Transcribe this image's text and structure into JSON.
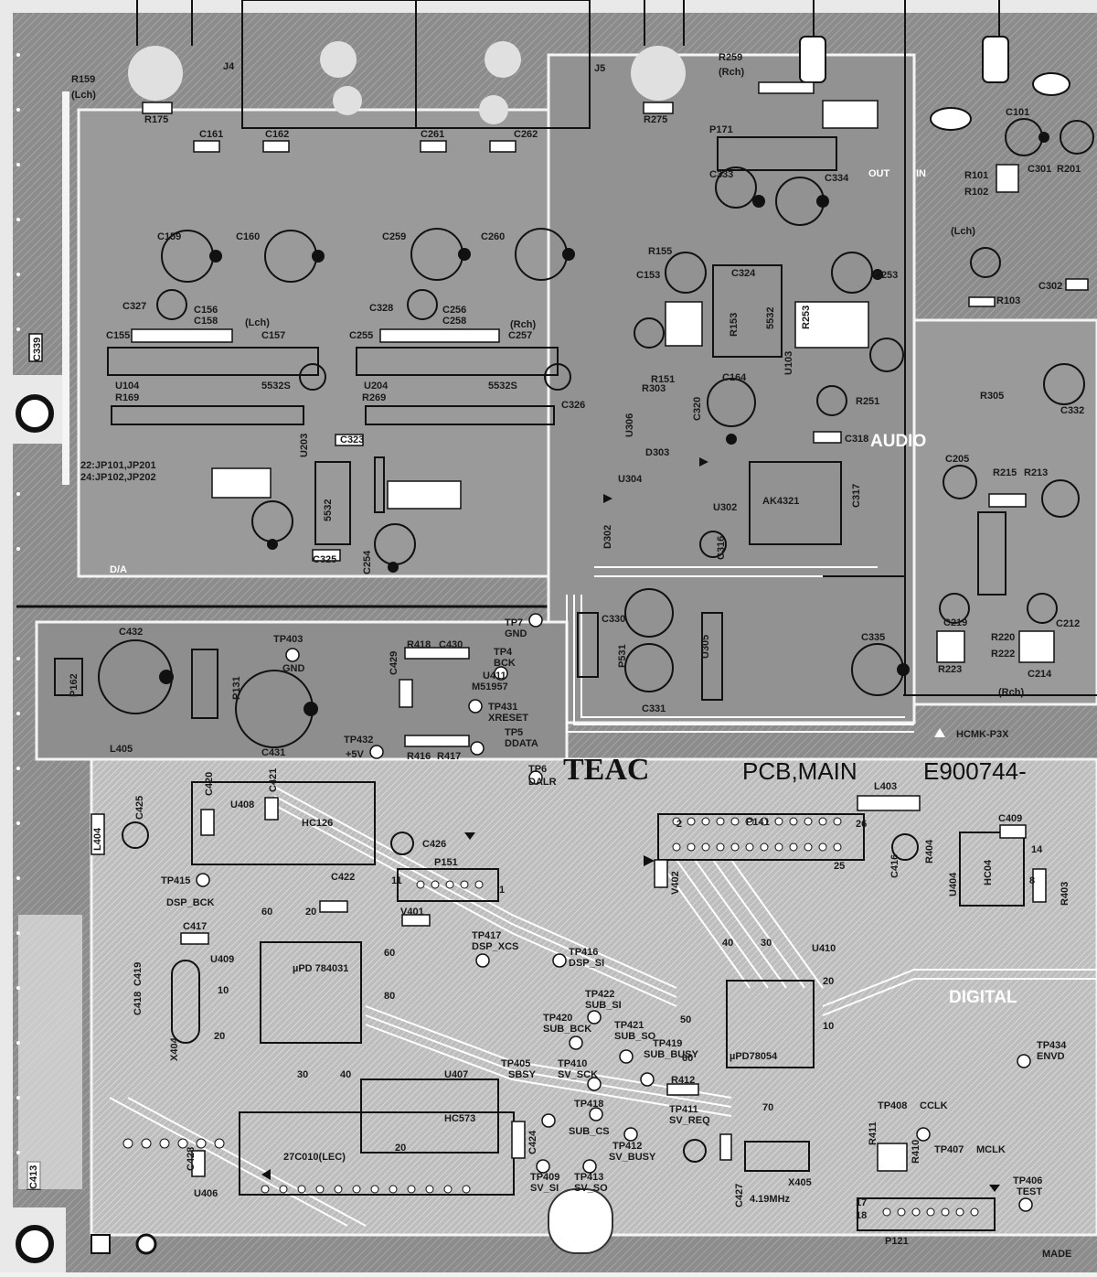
{
  "colors": {
    "board": "#8a8a8a",
    "board_dark": "#5e5e5e",
    "copper": "#d9d9d9",
    "trace": "#ffffff",
    "ink": "#111111"
  },
  "connectors": {
    "j4": "J4",
    "j5": "J5",
    "p171": "P171",
    "p162": "P162",
    "p131": "P131",
    "p151": "P151",
    "p141": "P141",
    "p121": "P121",
    "p531": "P531"
  },
  "resistors": {
    "r159": "R159",
    "r159_ch": "(Lch)",
    "r259": "R259",
    "r259_ch": "(Rch)",
    "r175": "R175",
    "r275": "R275",
    "r169": "R169",
    "r269": "R269",
    "r151": "R151",
    "r153": "R153",
    "r155": "R155",
    "r251": "R251",
    "r253": "R253",
    "r303": "R303",
    "r305": "R305",
    "r418": "R418",
    "r416": "R416",
    "r417": "R417",
    "r412": "R412",
    "r410": "R410",
    "r411": "R411",
    "r403": "R403",
    "r404": "R404",
    "r215": "R215",
    "r213": "R213",
    "r220": "R220",
    "r222": "R222",
    "r223": "R223",
    "r101": "R101",
    "r102": "R102",
    "r103": "R103",
    "r201": "R201"
  },
  "capacitors": {
    "c159": "C159",
    "c160": "C160",
    "c259": "C259",
    "c260": "C260",
    "c161": "C161",
    "c162": "C162",
    "c261": "C261",
    "c262": "C262",
    "c327": "C327",
    "c328": "C328",
    "c156": "C156",
    "c158": "C158",
    "c256": "C256",
    "c258": "C258",
    "c155": "C155",
    "c157": "C157",
    "c255": "C255",
    "c257": "C257",
    "c325": "C325",
    "c326": "C326",
    "c323": "C323",
    "c254": "C254",
    "c333": "C333",
    "c334": "C334",
    "c153": "C153",
    "c253": "C253",
    "c164": "C164",
    "c320": "C320",
    "c324": "C324",
    "c316": "C316",
    "c317": "C317",
    "c318": "C318",
    "c330": "C330",
    "c331": "C331",
    "c335": "C335",
    "c332": "C332",
    "c205": "C205",
    "c212": "C212",
    "c214": "C214",
    "c219": "C219",
    "c101": "C101",
    "c301": "C301",
    "c302": "C302",
    "c432": "C432",
    "c431": "C431",
    "c430": "C430",
    "c429": "C429",
    "c425": "C425",
    "c426": "C426",
    "c420": "C420",
    "c421": "C421",
    "c422": "C422",
    "c417": "C417",
    "c419": "C419",
    "c418": "C418",
    "c416": "C416",
    "c409": "C409",
    "c424": "C424",
    "c427": "C427",
    "c428": "C428",
    "c413": "C413",
    "c339": "C339"
  },
  "ics": {
    "u104": "U104",
    "u104_part": "5532S",
    "u204": "U204",
    "u204_part": "5532S",
    "u203": "U203",
    "u203_part": "5532",
    "u302": "U302",
    "u302_part": "AK4321",
    "u304": "U304",
    "u305": "U305",
    "u306": "U306",
    "u408": "U408",
    "u408_part": "HC126",
    "u409": "U409",
    "u409_part": "µPD\n784031",
    "u410": "U410",
    "u410_part": "µPD78054",
    "u407": "U407",
    "u407_part": "HC573",
    "u406": "U406",
    "u406_part": "27C010(LEC)",
    "u404": "U404",
    "u404_part": "HC04",
    "u411": "U411",
    "u411_part": "M51957",
    "u103": "U103",
    "u103_part": "5532"
  },
  "others": {
    "l404": "L404",
    "l405": "L405",
    "l403": "L403",
    "x404": "X404",
    "x405": "X405",
    "x405_freq": "4.19MHz",
    "v401": "V401",
    "v402": "V402",
    "d302": "D302",
    "d303": "D303",
    "jp_note_1": "22:JP101,JP201",
    "jp_note_2": "24:JP102,JP202"
  },
  "test_points": {
    "tp403": "TP403",
    "tp403_n": "GND",
    "tp432": "TP432",
    "tp432_n": "+5V",
    "tp7": "TP7",
    "tp7_n": "GND",
    "tp4": "TP4",
    "tp4_n": "BCK",
    "tp431": "TP431",
    "tp431_n": "XRESET",
    "tp5": "TP5",
    "tp5_n": "DDATA",
    "tp6": "TP6",
    "tp6_n": "DALR",
    "tp415": "TP415",
    "tp415_n": "DSP_BCK",
    "tp417": "TP417",
    "tp417_n": "DSP_XCS",
    "tp416": "TP416",
    "tp416_n": "DSP_SI",
    "tp422": "TP422",
    "tp422_n": "SUB_SI",
    "tp420": "TP420",
    "tp420_n": "SUB_BCK",
    "tp421": "TP421",
    "tp421_n": "SUB_SO",
    "tp419": "TP419",
    "tp419_n": "SUB_BUSY",
    "tp405": "TP405",
    "tp405_n": "SBSY",
    "tp410": "TP410",
    "tp410_n": "SV_SCK",
    "tp418": "TP418",
    "tp418_n": "SUB_CS",
    "tp411": "TP411",
    "tp411_n": "SV_REQ",
    "tp412": "TP412",
    "tp412_n": "SV_BUSY",
    "tp409": "TP409",
    "tp409_n": "SV_SI",
    "tp413": "TP413",
    "tp413_n": "SV_SO",
    "tp408": "TP408",
    "tp408_n": "CCLK",
    "tp407": "TP407",
    "tp407_n": "MCLK",
    "tp406": "TP406",
    "tp406_n": "TEST",
    "tp434": "TP434",
    "tp434_n": "ENVD"
  },
  "sections": {
    "lch": "(Lch)",
    "rch": "(Rch)",
    "lch2": "(Lch)",
    "rch2": "(Rch)",
    "out": "OUT",
    "in": "IN",
    "da": "D/A",
    "audio": "AUDIO",
    "digital": "DIGITAL"
  },
  "pin_numbers": {
    "p60a": "60",
    "p60b": "60",
    "p80": "80",
    "p20a": "20",
    "p20b": "20",
    "p30a": "30",
    "p40a": "40",
    "p10a": "10",
    "p20c": "20",
    "p40b": "40",
    "p30b": "30",
    "p50": "50",
    "p10b": "10",
    "p20d": "20",
    "p60c": "60",
    "p70": "70",
    "p26": "26",
    "p25": "25",
    "p2": "2",
    "p14": "14",
    "p8": "8",
    "p1": "1",
    "p11": "11",
    "p17": "17",
    "p18": "18"
  },
  "silkscreen": {
    "brand": "TEAC",
    "board_name": "PCB,MAIN",
    "part_no": "E900744-",
    "ul_mark": "HCMK-P3X",
    "made": "MADE"
  }
}
